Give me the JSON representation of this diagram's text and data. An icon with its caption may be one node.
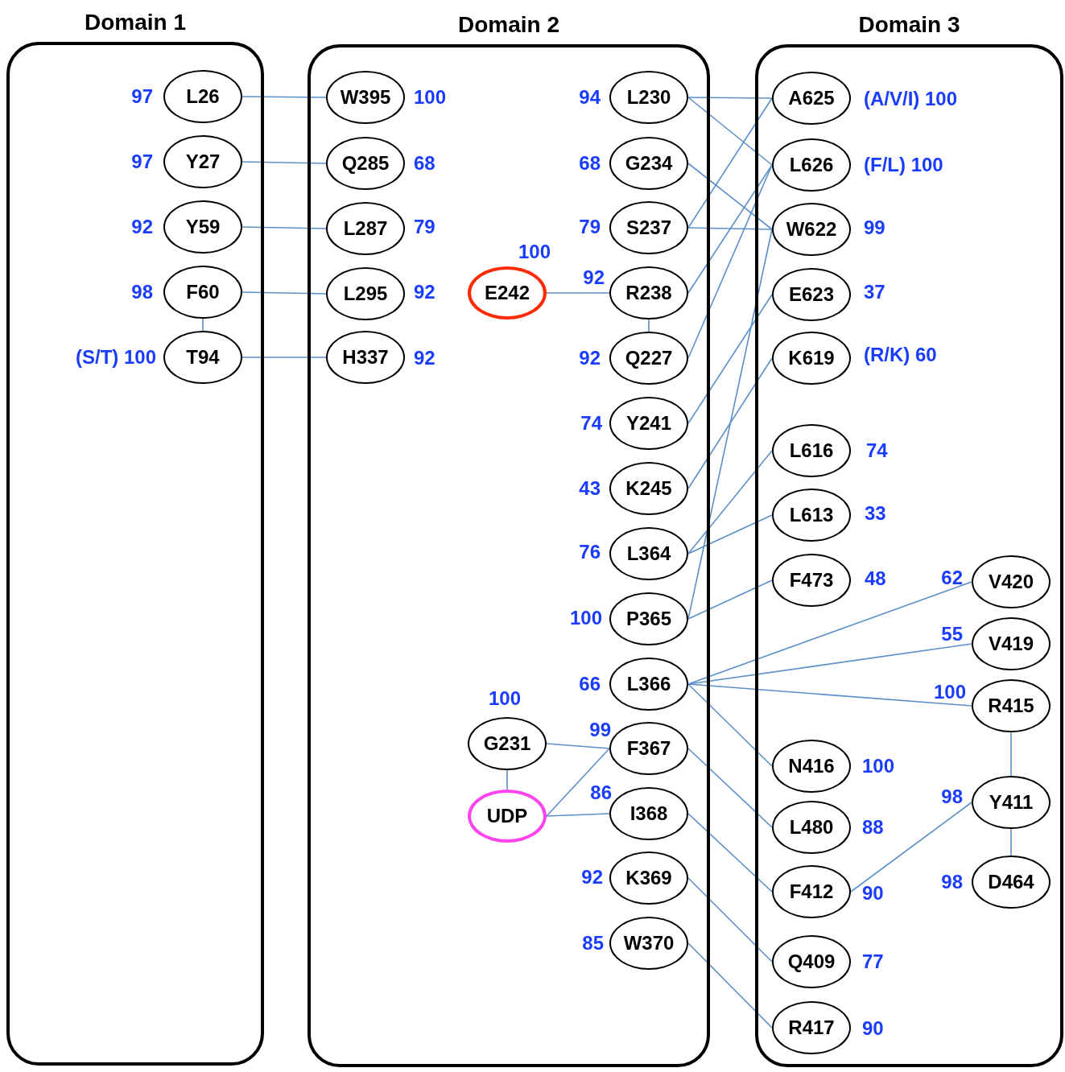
{
  "diagram": {
    "nodes": [
      {
        "text": [
          "Domain 1"
        ]
      },
      {
        "text": [
          "L26"
        ],
        "in": 0,
        "beside": [
          "97"
        ]
      },
      {
        "text": [
          "Y27"
        ],
        "in": 0,
        "beside": [
          "97"
        ]
      },
      {
        "text": [
          "Y59"
        ],
        "in": 0,
        "beside": [
          "92"
        ]
      },
      {
        "text": [
          "F60"
        ],
        "in": 0,
        "beside": [
          "98"
        ]
      },
      {
        "text": [
          "T94"
        ],
        "in": 0,
        "beside": [
          "(S/T) 100"
        ]
      },
      {
        "text": [
          "Domain 2"
        ]
      },
      {
        "text": [
          "W395"
        ],
        "in": 6,
        "beside": [
          "100"
        ]
      },
      {
        "text": [
          "Q285"
        ],
        "in": 6,
        "beside": [
          "68"
        ]
      },
      {
        "text": [
          "L287"
        ],
        "in": 6,
        "beside": [
          "79"
        ]
      },
      {
        "text": [
          "L295"
        ],
        "in": 6,
        "beside": [
          "92"
        ]
      },
      {
        "text": [
          "H337"
        ],
        "in": 6,
        "beside": [
          "92"
        ]
      },
      {
        "text": [
          "E242"
        ],
        "in": 6,
        "beside": [
          "100"
        ]
      },
      {
        "text": [
          "G231"
        ],
        "in": 6,
        "beside": [
          "100"
        ]
      },
      {
        "text": [
          "UDP"
        ],
        "in": 6
      },
      {
        "text": [
          "L230"
        ],
        "in": 6,
        "beside": [
          "94"
        ]
      },
      {
        "text": [
          "G234"
        ],
        "in": 6,
        "beside": [
          "68"
        ]
      },
      {
        "text": [
          "S237"
        ],
        "in": 6,
        "beside": [
          "79"
        ]
      },
      {
        "text": [
          "R238"
        ],
        "in": 6,
        "beside": [
          "92"
        ]
      },
      {
        "text": [
          "Q227"
        ],
        "in": 6,
        "beside": [
          "92"
        ]
      },
      {
        "text": [
          "Y241"
        ],
        "in": 6,
        "beside": [
          "74"
        ]
      },
      {
        "text": [
          "K245"
        ],
        "in": 6,
        "beside": [
          "43"
        ]
      },
      {
        "text": [
          "L364"
        ],
        "in": 6,
        "beside": [
          "76"
        ]
      },
      {
        "text": [
          "P365"
        ],
        "in": 6,
        "beside": [
          "100"
        ]
      },
      {
        "text": [
          "L366"
        ],
        "in": 6,
        "beside": [
          "66"
        ]
      },
      {
        "text": [
          "F367"
        ],
        "in": 6,
        "beside": [
          "99"
        ]
      },
      {
        "text": [
          "I368"
        ],
        "in": 6,
        "beside": [
          "86"
        ]
      },
      {
        "text": [
          "K369"
        ],
        "in": 6,
        "beside": [
          "92"
        ]
      },
      {
        "text": [
          "W370"
        ],
        "in": 6,
        "beside": [
          "85"
        ]
      },
      {
        "text": [
          "Domain 3"
        ]
      },
      {
        "text": [
          "A625"
        ],
        "in": 29,
        "beside": [
          "(A/V/I) 100"
        ]
      },
      {
        "text": [
          "L626"
        ],
        "in": 29,
        "beside": [
          "(F/L) 100"
        ]
      },
      {
        "text": [
          "W622"
        ],
        "in": 29,
        "beside": [
          "99"
        ]
      },
      {
        "text": [
          "E623"
        ],
        "in": 29,
        "beside": [
          "37"
        ]
      },
      {
        "text": [
          "K619"
        ],
        "in": 29,
        "beside": [
          "(R/K) 60"
        ]
      },
      {
        "text": [
          "L616"
        ],
        "in": 29,
        "beside": [
          "74"
        ]
      },
      {
        "text": [
          "L613"
        ],
        "in": 29,
        "beside": [
          "33"
        ]
      },
      {
        "text": [
          "F473"
        ],
        "in": 29,
        "beside": [
          "48"
        ]
      },
      {
        "text": [
          "N416"
        ],
        "in": 29,
        "beside": [
          "100"
        ]
      },
      {
        "text": [
          "L480"
        ],
        "in": 29,
        "beside": [
          "88"
        ]
      },
      {
        "text": [
          "F412"
        ],
        "in": 29,
        "beside": [
          "90"
        ]
      },
      {
        "text": [
          "Q409"
        ],
        "in": 29,
        "beside": [
          "77"
        ]
      },
      {
        "text": [
          "R417"
        ],
        "in": 29,
        "beside": [
          "90"
        ]
      },
      {
        "text": [
          "V420"
        ],
        "in": 29,
        "beside": [
          "62"
        ]
      },
      {
        "text": [
          "V419"
        ],
        "in": 29,
        "beside": [
          "55"
        ]
      },
      {
        "text": [
          "R415"
        ],
        "in": 29,
        "beside": [
          "100"
        ]
      },
      {
        "text": [
          "Y411"
        ],
        "in": 29,
        "beside": [
          "98"
        ]
      },
      {
        "text": [
          "D464"
        ],
        "in": 29,
        "beside": [
          "98"
        ]
      }
    ],
    "edges": [
      {
        "from": 1,
        "to": 7,
        "arrow": "none"
      },
      {
        "from": 2,
        "to": 8,
        "arrow": "none"
      },
      {
        "from": 3,
        "to": 9,
        "arrow": "none"
      },
      {
        "from": 4,
        "to": 10,
        "arrow": "none"
      },
      {
        "from": 5,
        "to": 11,
        "arrow": "none"
      },
      {
        "from": 4,
        "to": 5,
        "arrow": "none"
      },
      {
        "from": 12,
        "to": 18,
        "arrow": "none"
      },
      {
        "from": 18,
        "to": 19,
        "arrow": "none"
      },
      {
        "from": 13,
        "to": 25,
        "arrow": "none"
      },
      {
        "from": 13,
        "to": 14,
        "arrow": "none"
      },
      {
        "from": 14,
        "to": 25,
        "arrow": "none"
      },
      {
        "from": 14,
        "to": 26,
        "arrow": "none"
      },
      {
        "from": 15,
        "to": 30,
        "arrow": "none"
      },
      {
        "from": 15,
        "to": 31,
        "arrow": "none"
      },
      {
        "from": 16,
        "to": 32,
        "arrow": "none"
      },
      {
        "from": 17,
        "to": 30,
        "arrow": "none"
      },
      {
        "from": 17,
        "to": 32,
        "arrow": "none"
      },
      {
        "from": 18,
        "to": 31,
        "arrow": "none"
      },
      {
        "from": 19,
        "to": 31,
        "arrow": "none"
      },
      {
        "from": 20,
        "to": 33,
        "arrow": "none"
      },
      {
        "from": 21,
        "to": 34,
        "arrow": "none"
      },
      {
        "from": 22,
        "to": 35,
        "arrow": "none"
      },
      {
        "from": 22,
        "to": 36,
        "arrow": "none"
      },
      {
        "from": 23,
        "to": 37,
        "arrow": "none"
      },
      {
        "from": 23,
        "to": 32,
        "arrow": "none"
      },
      {
        "from": 24,
        "to": 43,
        "arrow": "none"
      },
      {
        "from": 24,
        "to": 44,
        "arrow": "none"
      },
      {
        "from": 24,
        "to": 45,
        "arrow": "none"
      },
      {
        "from": 24,
        "to": 38,
        "arrow": "none"
      },
      {
        "from": 25,
        "to": 39,
        "arrow": "none"
      },
      {
        "from": 26,
        "to": 40,
        "arrow": "none"
      },
      {
        "from": 27,
        "to": 41,
        "arrow": "none"
      },
      {
        "from": 28,
        "to": 42,
        "arrow": "none"
      },
      {
        "from": 45,
        "to": 46,
        "arrow": "none"
      },
      {
        "from": 46,
        "to": 47,
        "arrow": "none"
      },
      {
        "from": 40,
        "to": 46,
        "arrow": "none"
      }
    ]
  }
}
